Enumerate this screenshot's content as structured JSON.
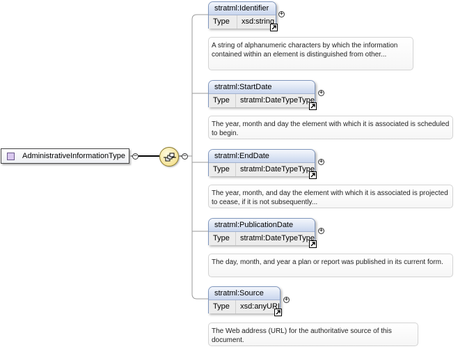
{
  "root": {
    "label": "AdministrativeInformationType",
    "collapse_symbol": "−"
  },
  "sequence": {
    "collapse_symbol": "−"
  },
  "elements": [
    {
      "name": "stratml:Identifier",
      "type_key": "Type",
      "type_value": "xsd:string",
      "expand_symbol": "+",
      "doc": "A string of alphanumeric characters by which the information contained within an element is distinguished from other..."
    },
    {
      "name": "stratml:StartDate",
      "type_key": "Type",
      "type_value": "stratml:DateTypeType",
      "expand_symbol": "+",
      "doc": "The year, month and day the element with which it is associated is scheduled to begin."
    },
    {
      "name": "stratml:EndDate",
      "type_key": "Type",
      "type_value": "stratml:DateTypeType",
      "expand_symbol": "+",
      "doc": "The year, month, and day the element with which it is associated is projected to cease, if it is not subsequently..."
    },
    {
      "name": "stratml:PublicationDate",
      "type_key": "Type",
      "type_value": "stratml:DateTypeType",
      "expand_symbol": "+",
      "doc": "The day, month, and year a plan or report was published in its current form."
    },
    {
      "name": "stratml:Source",
      "type_key": "Type",
      "type_value": "xsd:anyURI",
      "expand_symbol": "+",
      "doc": "The Web address (URL) for the authoritative source of this document."
    }
  ]
}
